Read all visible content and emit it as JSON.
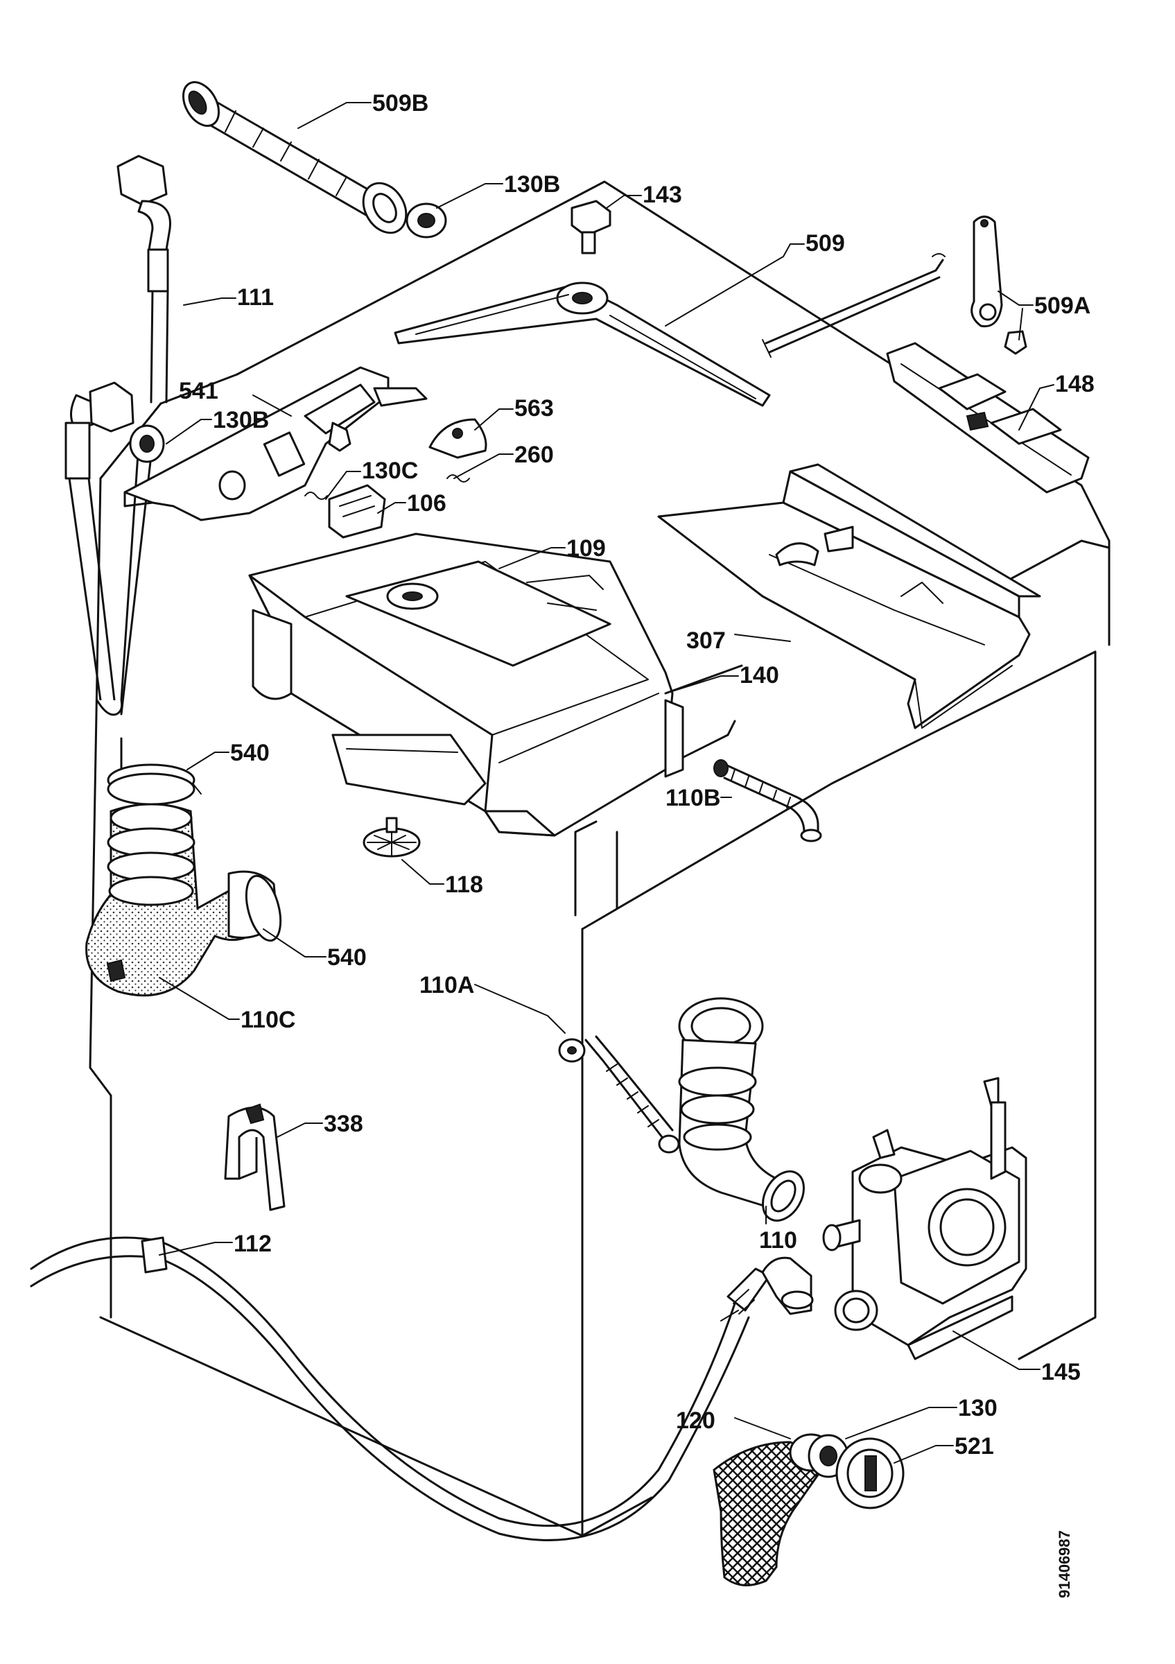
{
  "labels": {
    "l509B": "509B",
    "l130B_top": "130B",
    "l143": "143",
    "l509": "509",
    "l509A": "509A",
    "l111": "111",
    "l541": "541",
    "l130B_left": "130B",
    "l563": "563",
    "l148": "148",
    "l130C": "130C",
    "l260": "260",
    "l106": "106",
    "l109": "109",
    "l307": "307",
    "l140": "140",
    "l540_top": "540",
    "l110B": "110B",
    "l118": "118",
    "l540_bottom": "540",
    "l110C": "110C",
    "l110A": "110A",
    "l338": "338",
    "l110": "110",
    "l112": "112",
    "l145": "145",
    "l130": "130",
    "l120": "120",
    "l521": "521"
  },
  "drawing_code": "91406987"
}
